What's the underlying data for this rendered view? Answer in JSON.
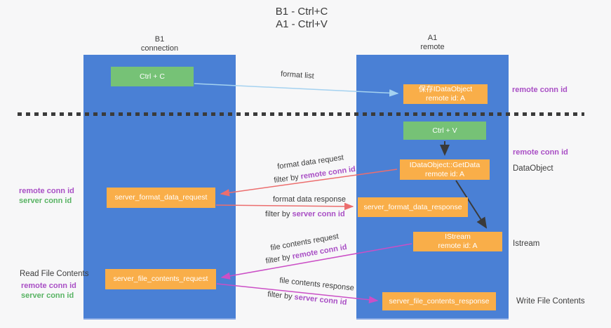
{
  "title": {
    "line1": "B1 - Ctrl+C",
    "line2": "A1 - Ctrl+V"
  },
  "columns": {
    "left": {
      "name": "B1",
      "role": "connection"
    },
    "right": {
      "name": "A1",
      "role": "remote"
    }
  },
  "nodes": {
    "ctrl_c": "Ctrl + C",
    "save_dataobject": {
      "line1": "保存IDataObject",
      "line2": "remote id: A"
    },
    "ctrl_v": "Ctrl + V",
    "getdata": {
      "line1": "IDataObject::GetData",
      "line2": "remote id: A"
    },
    "format_request": "server_format_data_request",
    "format_response": "server_format_data_response",
    "istream": {
      "line1": "IStream",
      "line2": "remote id: A"
    },
    "file_request": "server_file_contents_request",
    "file_response": "server_file_contents_response"
  },
  "side_labels": {
    "remote_conn_top_right": "remote conn id",
    "remote_conn_mid_right": "remote conn id",
    "dataobject": "DataObject",
    "istream": "Istream",
    "write_file": "Write File Contents",
    "remote_conn_left1": "remote conn id",
    "server_conn_left1": "server conn id",
    "read_file": "Read File Contents",
    "remote_conn_left2": "remote conn id",
    "server_conn_left2": "server conn id"
  },
  "arrows": {
    "format_list": {
      "label": "format list"
    },
    "format_data_request": {
      "label": "format data request",
      "filter_prefix": "filter by ",
      "filter_key": "remote conn id"
    },
    "format_data_response": {
      "label": "format data response",
      "filter_prefix": "filter by ",
      "filter_key": "server conn id"
    },
    "file_contents_request": {
      "label": "file contents request",
      "filter_prefix": "filter by ",
      "filter_key": "remote conn id"
    },
    "file_contents_response": {
      "label": "file contents response",
      "filter_prefix": "filter by ",
      "filter_key": "server conn id"
    }
  },
  "colors": {
    "column_blue": "#4A80D5",
    "node_orange": "#F9AE49",
    "node_green": "#76C276",
    "arrow_blue": "#A5D2F0",
    "arrow_salmon": "#EC6E6E",
    "arrow_magenta": "#CB4FC6",
    "arrow_black": "#3A3A3A",
    "text_purple": "#A94FC5",
    "text_green": "#58B363",
    "text_dark": "#3C3C3C",
    "background": "#F7F7F8"
  }
}
